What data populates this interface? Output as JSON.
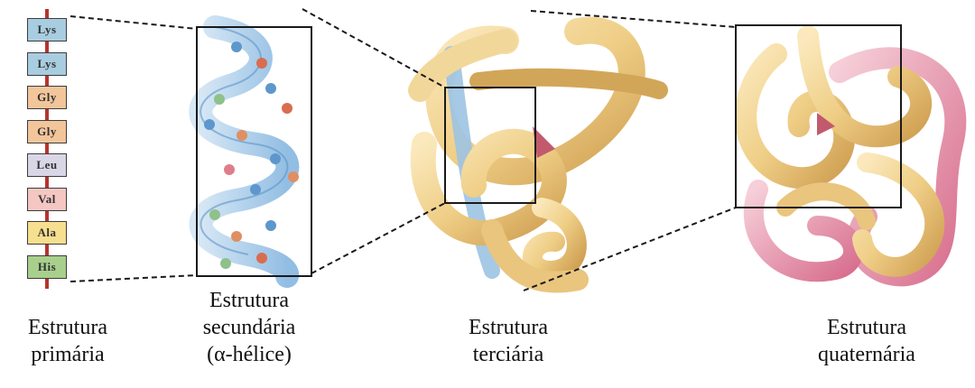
{
  "primary": {
    "residues": [
      {
        "label": "Lys",
        "color": "#a9cde0"
      },
      {
        "label": "Lys",
        "color": "#a9cde0"
      },
      {
        "label": "Gly",
        "color": "#f2c59a"
      },
      {
        "label": "Gly",
        "color": "#f2c59a"
      },
      {
        "label": "Leu",
        "color": "#d9d7e6"
      },
      {
        "label": "Val",
        "color": "#f4c7c3"
      },
      {
        "label": "Ala",
        "color": "#f6df8e"
      },
      {
        "label": "His",
        "color": "#a9cf8c"
      }
    ],
    "caption": [
      "Estrutura",
      "primária"
    ]
  },
  "secondary": {
    "caption": [
      "Estrutura",
      "secundária",
      "(α-hélice)"
    ]
  },
  "tertiary": {
    "caption": [
      "Estrutura",
      "terciária"
    ]
  },
  "quaternary": {
    "caption": [
      "Estrutura",
      "quaternária"
    ]
  },
  "colors": {
    "helix": "#7fb2de",
    "tertiary_ribbon": "#efce86",
    "tertiary_shadow": "#d2a659",
    "quaternary_pink": "#df8aa4",
    "frame": "#1a1a1a"
  }
}
